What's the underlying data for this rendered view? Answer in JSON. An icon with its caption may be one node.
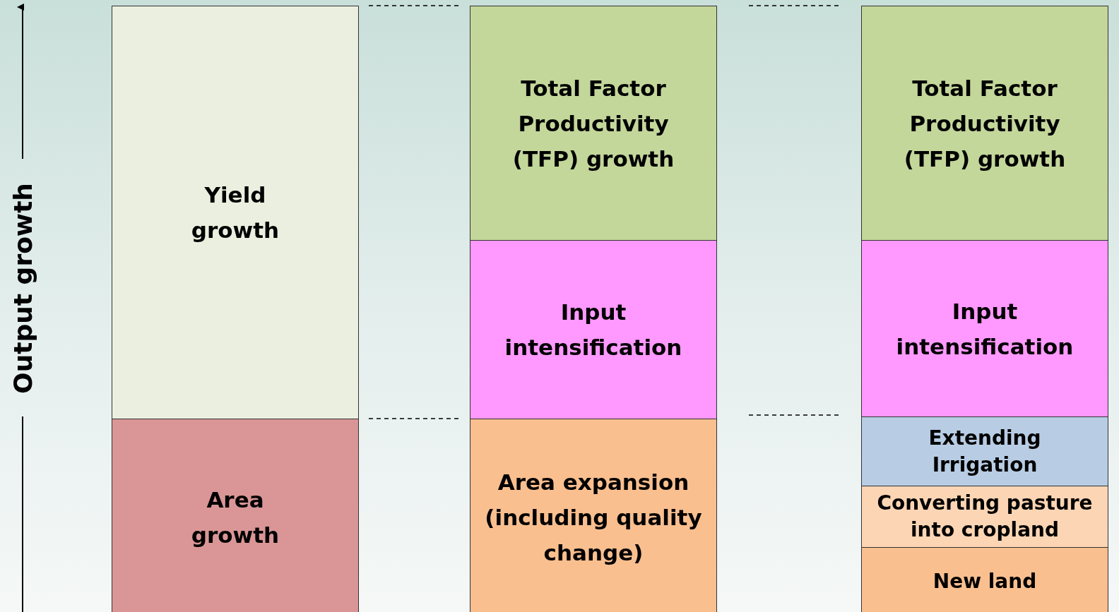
{
  "diagram": {
    "nodes": [
      {
        "text": [
          "Yield growth"
        ]
      },
      {
        "text": [
          "Area growth"
        ]
      },
      {
        "text": [
          "Total Factor Productivity (TFP) growth"
        ]
      },
      {
        "text": [
          "Input intensification"
        ]
      },
      {
        "text": [
          "Area expansion (including quality change)"
        ]
      },
      {
        "text": [
          "Total Factor Productivity (TFP) growth"
        ]
      },
      {
        "text": [
          "Input intensification"
        ]
      },
      {
        "text": [
          "Extending Irrigation"
        ]
      },
      {
        "text": [
          "Converting pasture into cropland"
        ]
      },
      {
        "text": [
          "New land"
        ]
      }
    ],
    "labels": [
      "Output growth"
    ]
  }
}
